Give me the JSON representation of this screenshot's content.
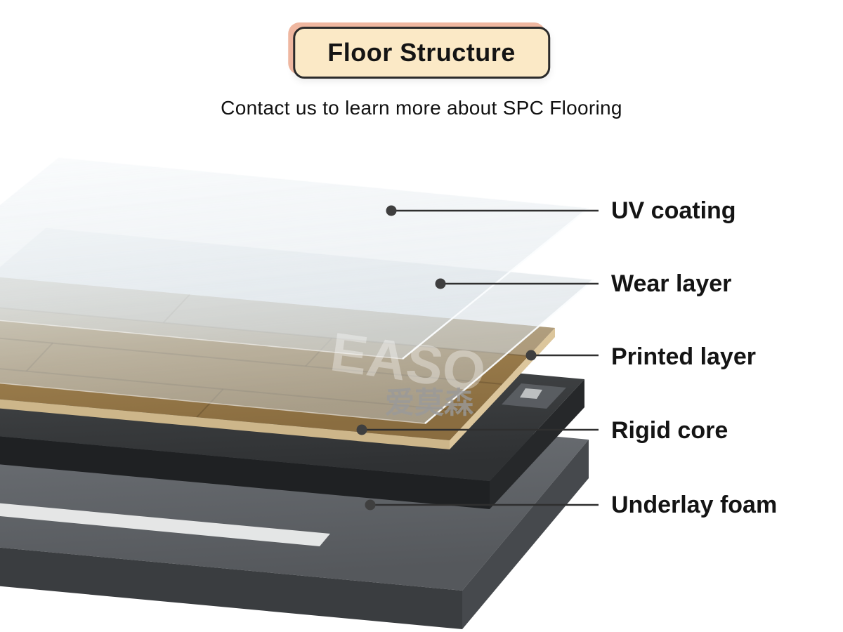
{
  "header": {
    "title": "Floor Structure",
    "subtitle": "Contact us to learn more about SPC Flooring"
  },
  "diagram": {
    "layers": [
      {
        "name": "uv-coating",
        "label": "UV coating",
        "color": "#eef2f5"
      },
      {
        "name": "wear-layer",
        "label": "Wear layer",
        "color": "#dfe5ea"
      },
      {
        "name": "printed-layer",
        "label": "Printed layer",
        "color": "#a3854f"
      },
      {
        "name": "rigid-core",
        "label": "Rigid core",
        "color": "#3a3d40"
      },
      {
        "name": "underlay-foam",
        "label": "Underlay foam",
        "color": "#63676c"
      }
    ],
    "watermark": {
      "latin": "EASO",
      "cjk": "爱莫森"
    }
  },
  "colors": {
    "background": "#ffffff",
    "badge_background": "#fbe9c6",
    "badge_border": "#2b2b2b",
    "badge_accent": "#efb7a0",
    "leader_line": "#2f2f2f",
    "text": "#141414"
  }
}
